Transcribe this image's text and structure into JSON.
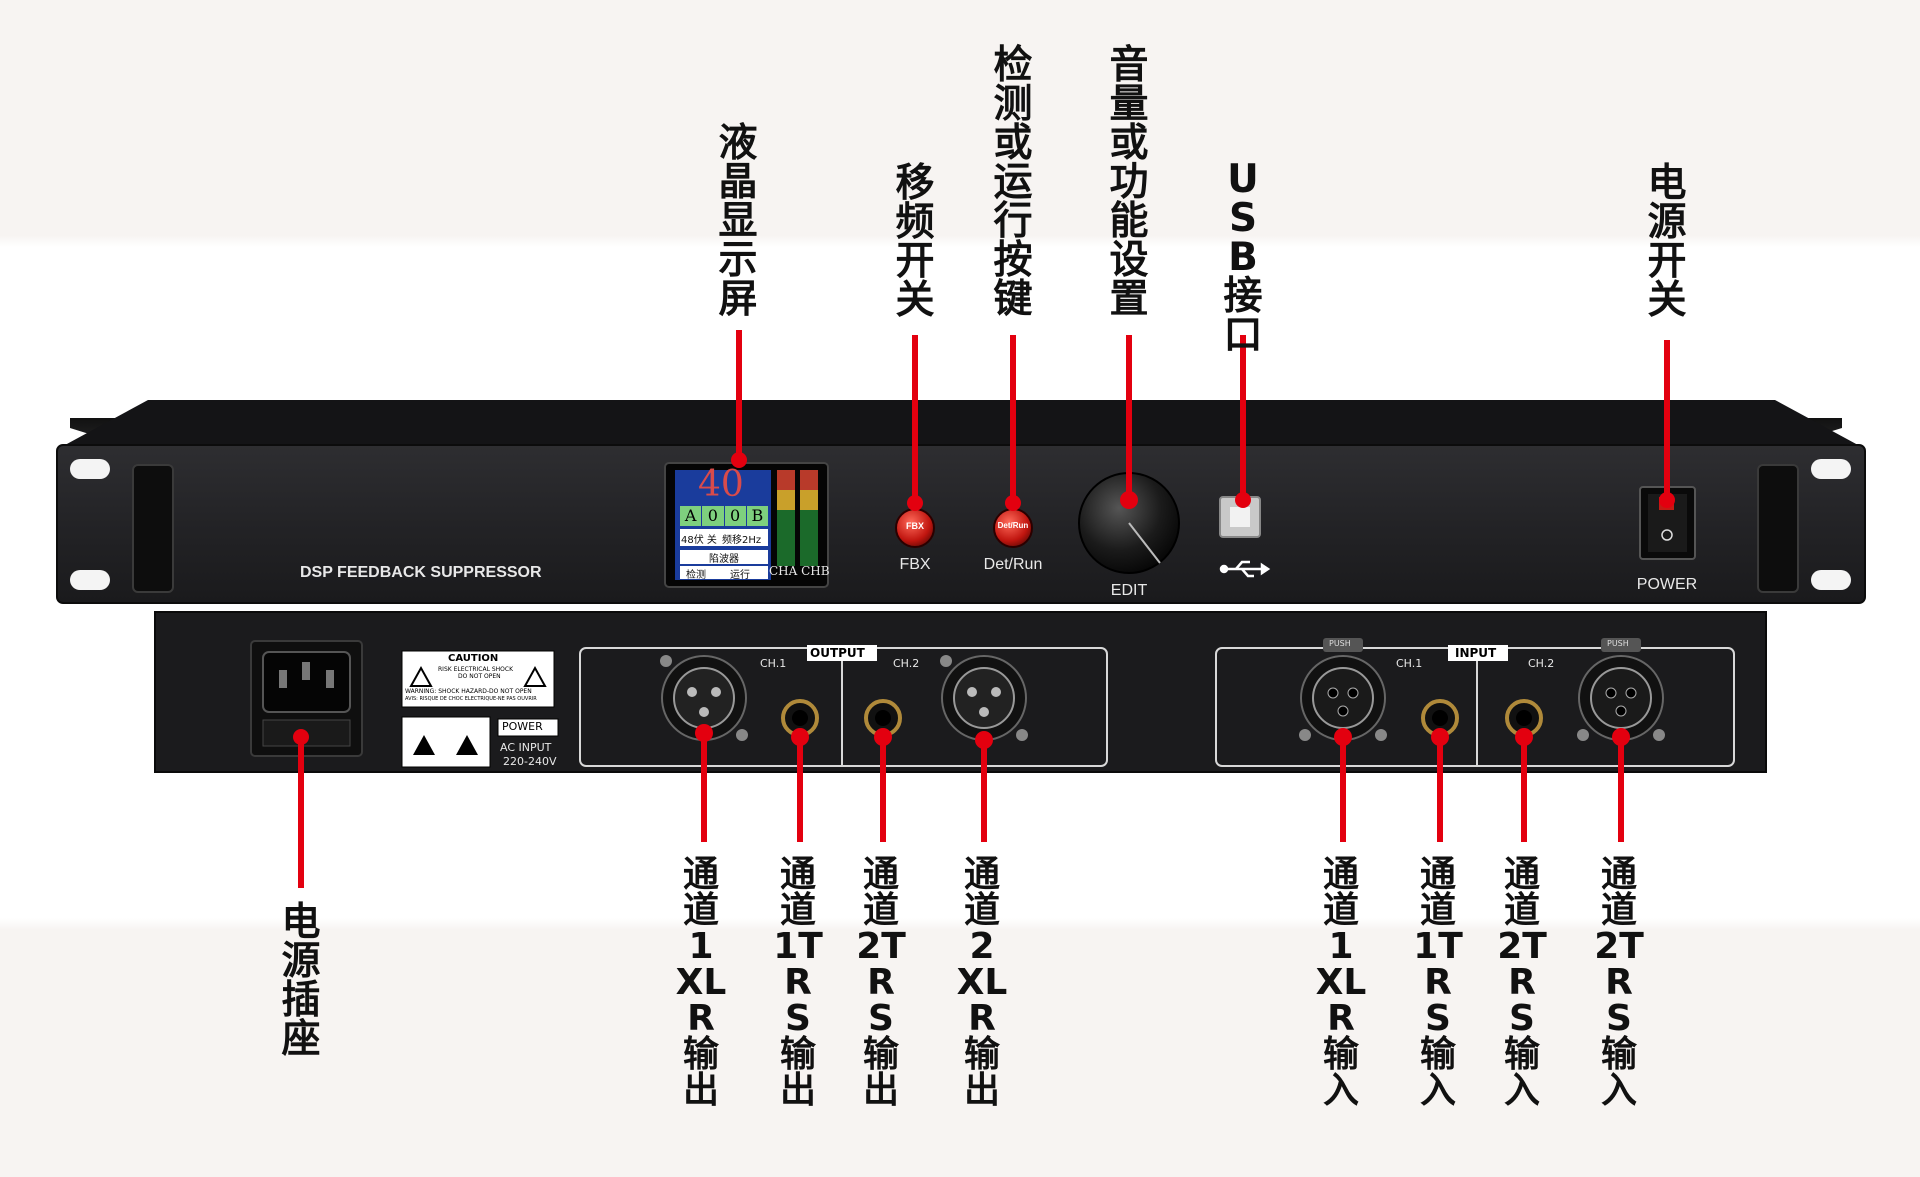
{
  "front_panel": {
    "model_label": "DSP FEEDBACK SUPPRESSOR",
    "fbx_label": "FBX",
    "fbx_button_text": "FBX",
    "detrun_label": "Det/Run",
    "detrun_button_text": "Det/Run",
    "edit_label": "EDIT",
    "power_label": "POWER",
    "lcd": {
      "big_number": "40",
      "cells": [
        "A",
        "0",
        "0",
        "B"
      ],
      "row2_left": "48伏 关",
      "row2_right": "频移2Hz",
      "row3": "陷波器",
      "row4_left": "检测",
      "row4_right": "运行",
      "meter_caption": "CHA CHB"
    }
  },
  "rear_panel": {
    "caution_title": "CAUTION",
    "caution_line1": "RISK ELECTRICAL SHOCK",
    "caution_line2": "DO NOT OPEN",
    "warning_line1": "WARNING: SHOCK HAZARD-DO NOT OPEN",
    "warning_line2": "AVIS: RISQUE DE CHOC ELECTRIQUE-NE PAS OUVRIR",
    "power_box": "POWER",
    "ac_input": "AC INPUT",
    "voltage": "220-240V",
    "output_label": "OUTPUT",
    "input_label": "INPUT",
    "ch1": "CH.1",
    "ch2": "CH.2",
    "push": "PUSH"
  },
  "callouts": {
    "lcd_display": "液晶显示屏",
    "fbx_switch": "移频开关",
    "detect_run_button": "检测或运行按键",
    "volume_function": "音量或功能设置",
    "usb_port": "USB接口",
    "power_switch": "电源开关",
    "power_socket": "电源插座",
    "ch1_xlr_out": "通道1XLR输出",
    "ch1_trs_out": "通道1TRS输出",
    "ch2_trs_out": "通道2TRS输出",
    "ch2_xlr_out": "通道2XLR输出",
    "ch1_xlr_in": "通道1XLR输入",
    "ch1_trs_in": "通道1TRS输入",
    "ch2_trs_in": "通道2TRS输入",
    "ch2_trs_in_right": "通道2TRS输入"
  },
  "colors": {
    "callout_red": "#e3000f",
    "chassis": "#1e1e20",
    "lcd_green": "#7ed07e",
    "lcd_blue": "#1a3c9c"
  }
}
